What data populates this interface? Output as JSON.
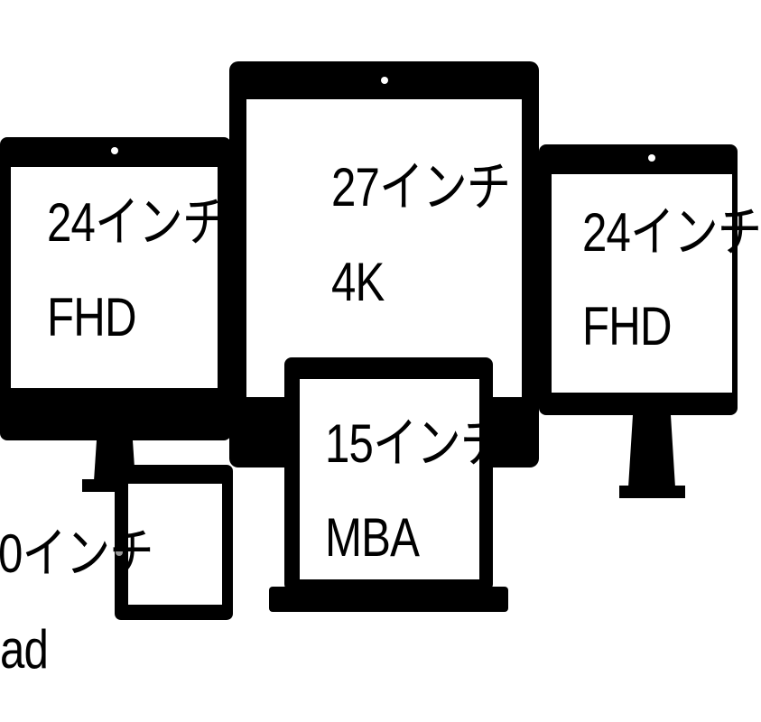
{
  "colors": {
    "device_body": "#000000",
    "screen": "#ffffff",
    "ipad_camera": "#9a9a9a"
  },
  "devices": {
    "left_monitor": {
      "size": "24インチ",
      "model": "FHD",
      "icon": "desktop-monitor-icon"
    },
    "center_monitor": {
      "size": "27インチ",
      "model": "4K",
      "icon": "large-monitor-icon"
    },
    "right_monitor": {
      "size": "24インチ",
      "model": "FHD",
      "icon": "desktop-monitor-icon"
    },
    "laptop": {
      "size": "15インチ",
      "model": "MBA",
      "icon": "laptop-icon"
    },
    "tablet": {
      "size_partial": "0インチ",
      "model_partial": "ad",
      "icon": "tablet-icon"
    }
  }
}
